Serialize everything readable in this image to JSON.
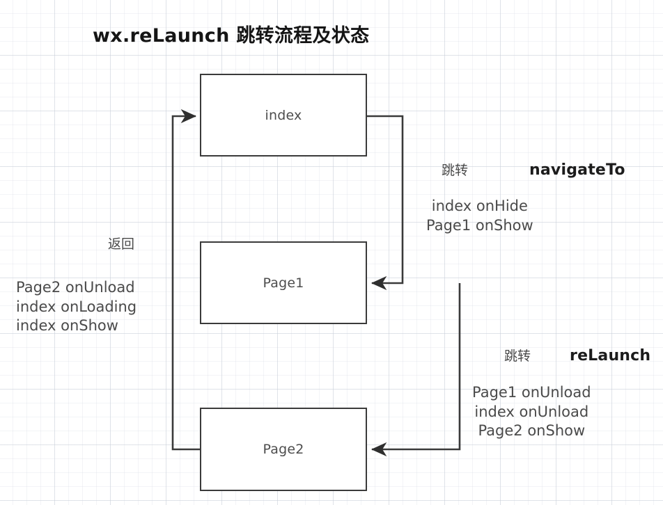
{
  "diagram": {
    "title": "wx.reLaunch 跳转流程及状态",
    "nodes": [
      {
        "id": "index",
        "label": "index"
      },
      {
        "id": "page1",
        "label": "Page1"
      },
      {
        "id": "page2",
        "label": "Page2"
      }
    ],
    "transitions": [
      {
        "id": "navigate-to",
        "from": "index",
        "to": "page1",
        "action_zh": "跳转",
        "action_api": "navigateTo",
        "lifecycle": "index onHide\nPage1 onShow"
      },
      {
        "id": "relaunch",
        "from": "page1",
        "to": "page2",
        "action_zh": "跳转",
        "action_api": "reLaunch",
        "lifecycle": "Page1 onUnload\nindex onUnload\nPage2 onShow"
      },
      {
        "id": "back",
        "from": "page2",
        "to": "index",
        "action_zh": "返回",
        "action_api": "",
        "lifecycle": "Page2 onUnload\nindex onLoading\nindex onShow"
      }
    ],
    "colors": {
      "node_border": "#3a3a3a",
      "node_text": "#4d4d4d",
      "edge": "#3a3a3a",
      "title_text": "#151515",
      "label_text": "#4a4a4a",
      "grid": "#c8cdd7",
      "background": "#ffffff"
    }
  }
}
